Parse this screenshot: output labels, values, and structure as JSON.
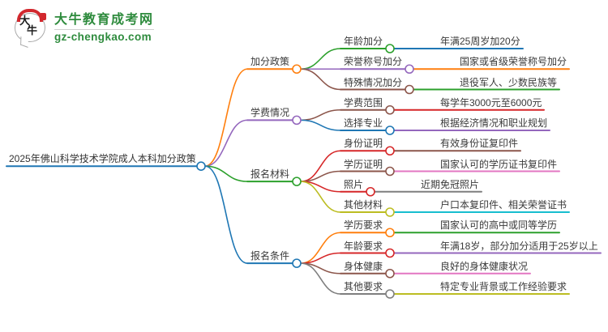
{
  "logo": {
    "icon_text": "大牛",
    "title": "大牛教育成考网",
    "subtitle": "gz-chengkao.com",
    "brand_green": "#2e8b3d",
    "brand_red": "#d2282e"
  },
  "palette": {
    "blue": "#1f77b4",
    "orange": "#ff7f0e",
    "green": "#2ca02c",
    "red": "#d62728",
    "purple": "#9467bd",
    "brown": "#8c564b",
    "pink": "#e377c2",
    "gray": "#7f7f7f",
    "olive": "#bcbd22",
    "cyan": "#17becf",
    "text": "#3a3a3a"
  },
  "mindmap": {
    "root": {
      "label": "2025年佛山科学技术学院成人本科加分政策",
      "color": "#1f77b4",
      "children": [
        {
          "label": "加分政策",
          "color": "#ff7f0e",
          "children": [
            {
              "label": "年龄加分",
              "color": "#2ca02c",
              "children": [
                {
                  "label": "年满25周岁加20分",
                  "color": "#1f77b4"
                }
              ]
            },
            {
              "label": "荣誉称号加分",
              "color": "#9467bd",
              "children": [
                {
                  "label": "国家或省级荣誉称号加分",
                  "color": "#ff7f0e"
                }
              ]
            },
            {
              "label": "特殊情况加分",
              "color": "#8c564b",
              "children": [
                {
                  "label": "退役军人、少数民族等",
                  "color": "#2ca02c"
                }
              ]
            }
          ]
        },
        {
          "label": "学费情况",
          "color": "#9467bd",
          "children": [
            {
              "label": "学费范围",
              "color": "#8c564b",
              "children": [
                {
                  "label": "每学年3000元至6000元",
                  "color": "#d62728"
                }
              ]
            },
            {
              "label": "选择专业",
              "color": "#1f77b4",
              "children": [
                {
                  "label": "根据经济情况和职业规划",
                  "color": "#9467bd"
                }
              ]
            }
          ]
        },
        {
          "label": "报名材料",
          "color": "#2ca02c",
          "children": [
            {
              "label": "身份证明",
              "color": "#d62728",
              "children": [
                {
                  "label": "有效身份证复印件",
                  "color": "#8c564b"
                }
              ]
            },
            {
              "label": "学历证明",
              "color": "#8c564b",
              "children": [
                {
                  "label": "国家认可的学历证书复印件",
                  "color": "#e377c2"
                }
              ]
            },
            {
              "label": "照片",
              "color": "#d62728",
              "children": [
                {
                  "label": "近期免冠照片",
                  "color": "#7f7f7f"
                }
              ]
            },
            {
              "label": "其他材料",
              "color": "#bcbd22",
              "children": [
                {
                  "label": "户口本复印件、相关荣誉证书",
                  "color": "#17becf"
                }
              ]
            }
          ]
        },
        {
          "label": "报名条件",
          "color": "#1f77b4",
          "children": [
            {
              "label": "学历要求",
              "color": "#ff7f0e",
              "children": [
                {
                  "label": "国家认可的高中或同等学历",
                  "color": "#2ca02c"
                }
              ]
            },
            {
              "label": "年龄要求",
              "color": "#d62728",
              "children": [
                {
                  "label": "年满18岁，部分加分适用于25岁以上",
                  "color": "#9467bd"
                }
              ]
            },
            {
              "label": "身体健康",
              "color": "#8c564b",
              "children": [
                {
                  "label": "良好的身体健康状况",
                  "color": "#e377c2"
                }
              ]
            },
            {
              "label": "其他要求",
              "color": "#7f7f7f",
              "children": [
                {
                  "label": "特定专业背景或工作经验要求",
                  "color": "#bcbd22"
                }
              ]
            }
          ]
        }
      ]
    }
  }
}
